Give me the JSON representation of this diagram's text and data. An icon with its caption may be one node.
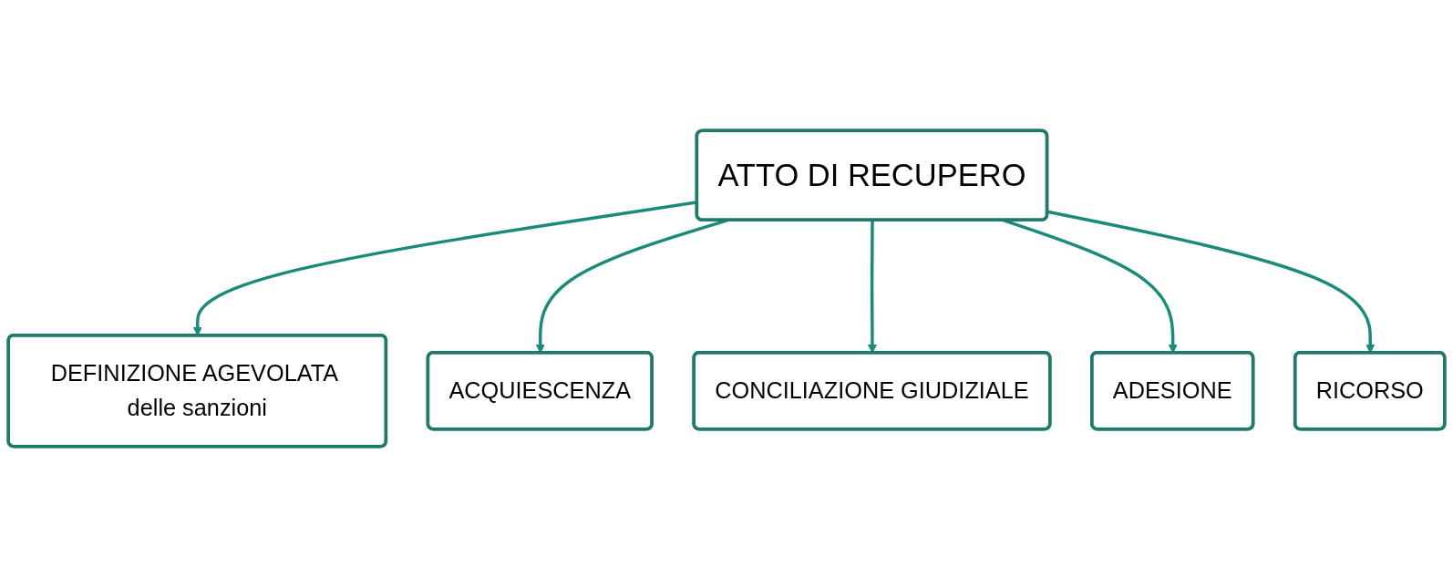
{
  "diagram": {
    "nodes": [
      {
        "text": [
          "ATTO DI RECUPERO"
        ]
      },
      {
        "text": [
          "DEFINIZIONE AGEVOLATA delle sanzioni"
        ]
      },
      {
        "text": [
          "ACQUIESCENZA"
        ]
      },
      {
        "text": [
          "CONCILIAZIONE GIUDIZIALE"
        ]
      },
      {
        "text": [
          "ADESIONE"
        ]
      },
      {
        "text": [
          "RICORSO"
        ]
      }
    ],
    "edges": [
      {
        "from": 0,
        "to": 1,
        "arrow": "to"
      },
      {
        "from": 0,
        "to": 2,
        "arrow": "to"
      },
      {
        "from": 0,
        "to": 3,
        "arrow": "to"
      },
      {
        "from": 0,
        "to": 4,
        "arrow": "to"
      },
      {
        "from": 0,
        "to": 5,
        "arrow": "to"
      }
    ]
  }
}
